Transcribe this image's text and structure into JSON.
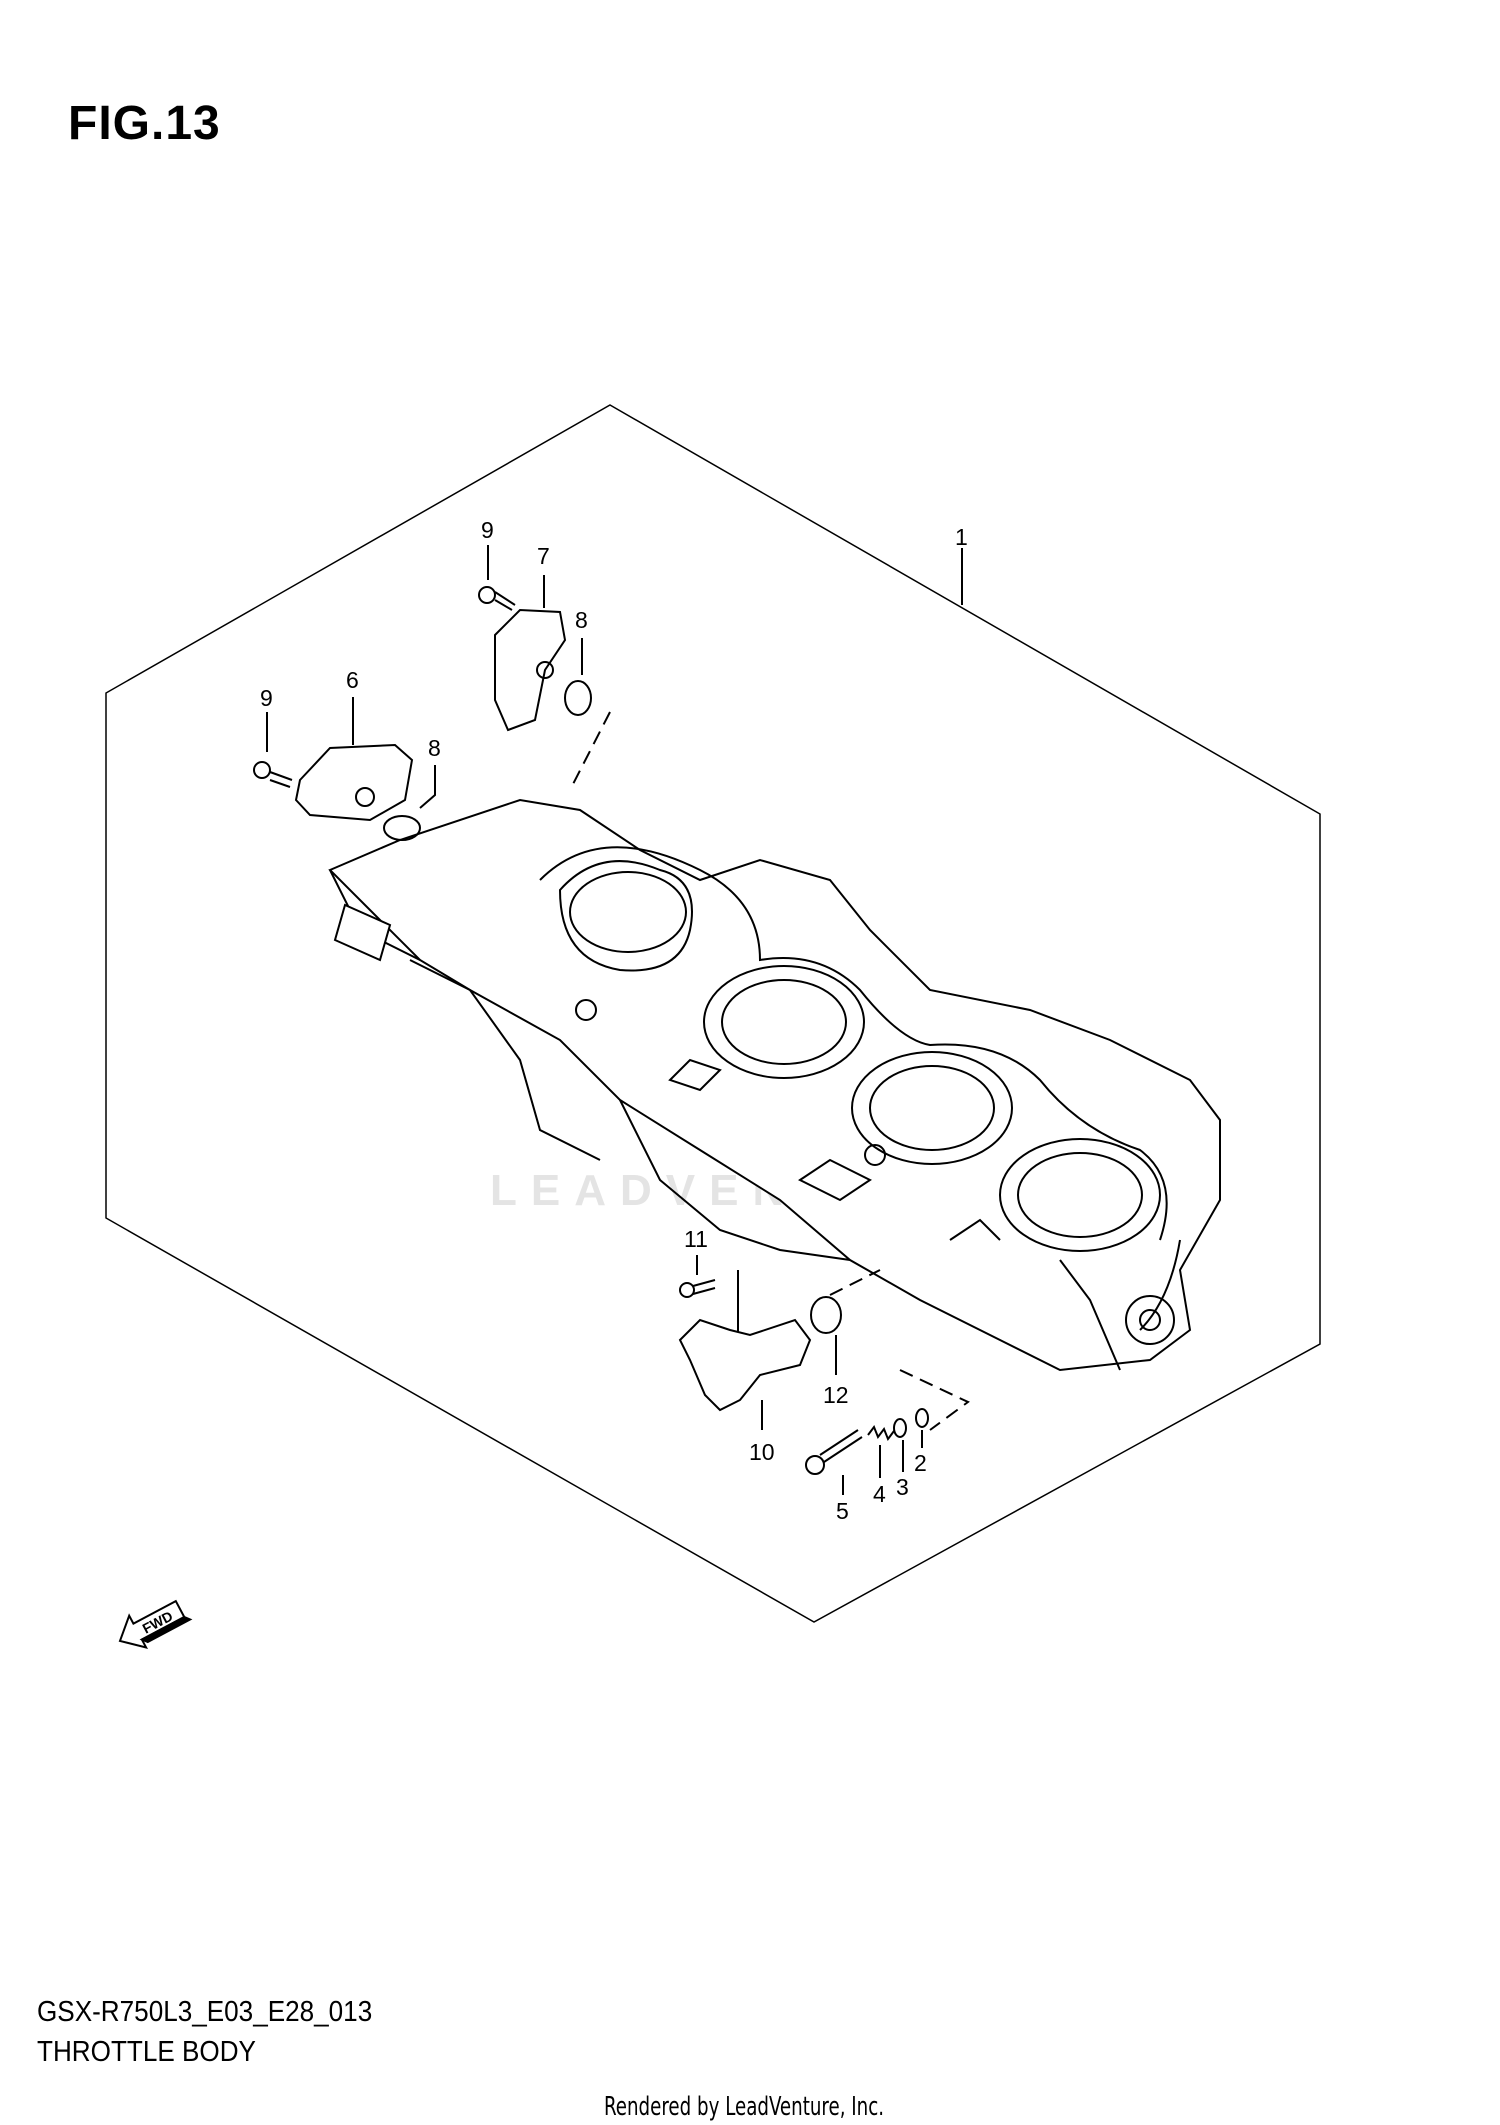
{
  "figure": {
    "title": "FIG.13"
  },
  "callouts": [
    "1",
    "2",
    "3",
    "4",
    "5",
    "6",
    "7",
    "8",
    "8",
    "9",
    "9",
    "10",
    "11",
    "12"
  ],
  "footer": {
    "code": "GSX-R750L3_E03_E28_013",
    "name": "THROTTLE BODY",
    "credit": "Rendered by LeadVenture, Inc."
  },
  "watermark": "LEADVENTURE",
  "fwd_label": "FWD"
}
